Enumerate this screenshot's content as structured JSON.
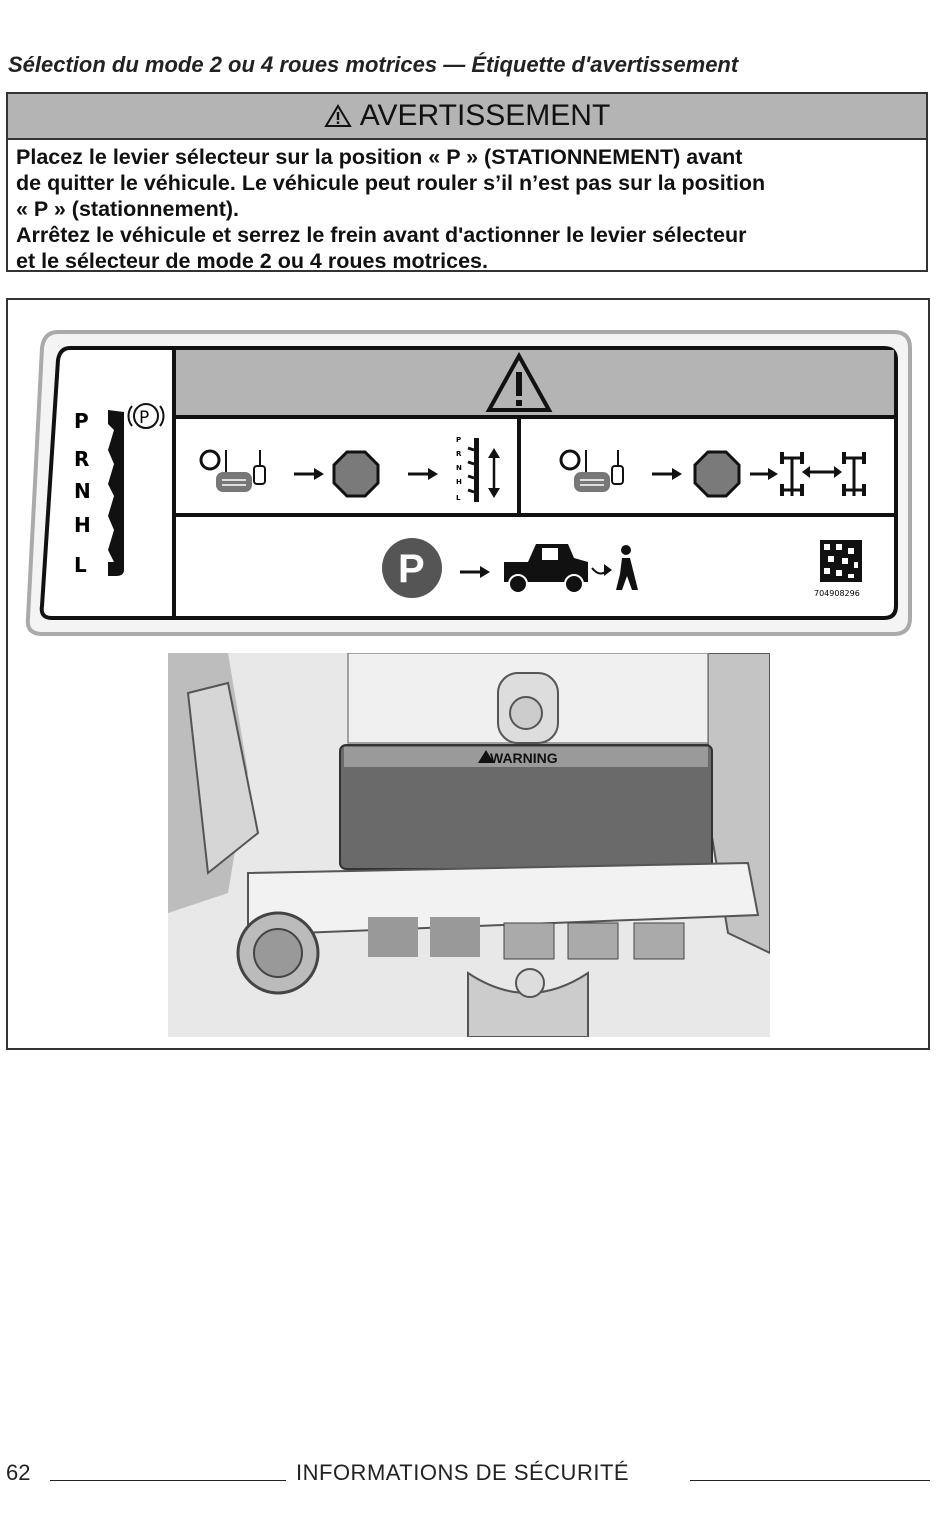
{
  "section_title": "Sélection du mode 2 ou 4 roues motrices — Étiquette d'avertissement",
  "warning": {
    "heading": "AVERTISSEMENT",
    "lines": [
      "Placez le levier sélecteur sur la position « P » (STATIONNEMENT) avant",
      "de quitter le véhicule. Le véhicule peut rouler s’il n’est pas sur la position",
      "« P » (stationnement).",
      "Arrêtez le véhicule et serrez le frein avant d'actionner le levier sélecteur",
      "et le sélecteur de mode 2 ou 4 roues motrices."
    ]
  },
  "label": {
    "gears": [
      "P",
      "R",
      "N",
      "H",
      "L"
    ],
    "park_symbol": "P",
    "mini_gears": [
      "P",
      "R",
      "N",
      "H",
      "L"
    ],
    "park_circle_letter": "P",
    "barcode_number": "704908296"
  },
  "photo": {
    "warning_sticker_text": "WARNING"
  },
  "footer": {
    "page_number": "62",
    "title": "INFORMATIONS DE SÉCURITÉ"
  },
  "colors": {
    "header_gray": "#b4b4b4",
    "park_circle": "#555555",
    "stop_octagon": "#7a7a7a"
  }
}
